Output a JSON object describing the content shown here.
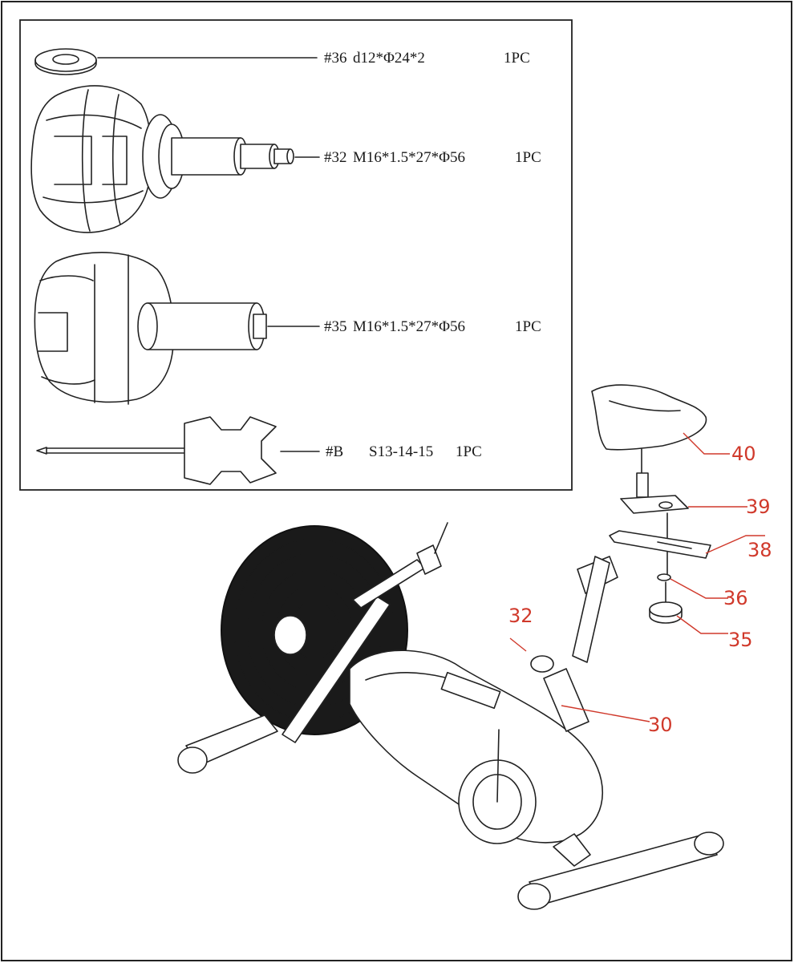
{
  "parts_box": {
    "items": [
      {
        "code": "#36",
        "spec": "d12*Φ24*2",
        "qty": "1PC"
      },
      {
        "code": "#32",
        "spec": "M16*1.5*27*Φ56",
        "qty": "1PC"
      },
      {
        "code": "#35",
        "spec": "M16*1.5*27*Φ56",
        "qty": "1PC"
      },
      {
        "code": "#B",
        "spec": "S13-14-15",
        "qty": "1PC"
      }
    ]
  },
  "callouts": {
    "c40": "40",
    "c39": "39",
    "c38": "38",
    "c36": "36",
    "c35": "35",
    "c32": "32",
    "c30": "30"
  },
  "colors": {
    "callout": "#d0392b",
    "line": "#222222"
  }
}
